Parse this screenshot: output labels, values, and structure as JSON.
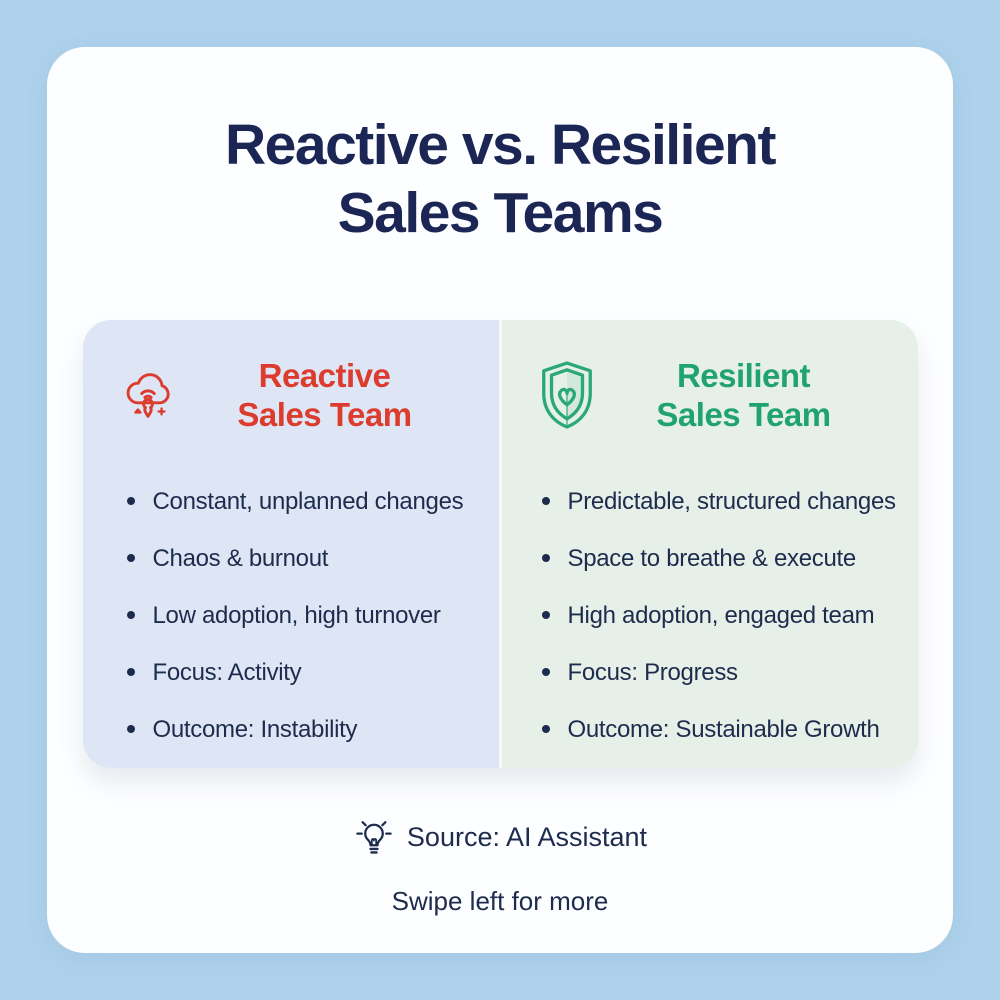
{
  "title": {
    "line1": "Reactive vs. Resilient",
    "line2": "Sales Teams"
  },
  "columns": {
    "reactive": {
      "icon": "storm-cloud-icon",
      "title_line1": "Reactive",
      "title_line2": "Sales Team",
      "accent_color": "#dc3c2d",
      "panel_color": "#dee6f5",
      "bullets": [
        "Constant, unplanned changes",
        "Chaos & burnout",
        "Low adoption, high turnover",
        "Focus: Activity",
        "Outcome: Instability"
      ]
    },
    "resilient": {
      "icon": "shield-heart-icon",
      "title_line1": "Resilient",
      "title_line2": "Sales Team",
      "accent_color": "#21a36f",
      "panel_color": "#e6f0e8",
      "bullets": [
        "Predictable, structured changes",
        "Space to breathe & execute",
        "High adoption, engaged team",
        "Focus: Progress",
        "Outcome: Sustainable Growth"
      ]
    }
  },
  "footer": {
    "icon": "lightbulb-icon",
    "source_label": "Source: AI Assistant",
    "swipe_label": "Swipe left for more"
  },
  "colors": {
    "background": "#aed2ec",
    "card": "#fdfeff",
    "title_text": "#1b2654",
    "body_text": "#1d2b4d"
  }
}
